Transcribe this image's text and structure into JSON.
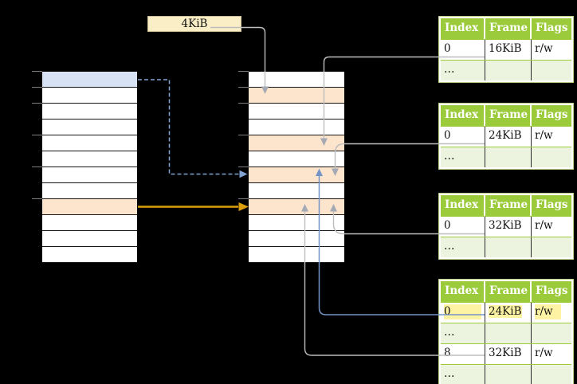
{
  "label_box": {
    "text": "4KiB"
  },
  "memory": {
    "left_column": {
      "name": "left-memory-column",
      "rows": [
        "blue",
        "white",
        "white",
        "white",
        "white",
        "white",
        "white",
        "white",
        "peach",
        "white",
        "white",
        "white"
      ],
      "tick_offsets": [
        0,
        20,
        40,
        80,
        120,
        160
      ]
    },
    "middle_column": {
      "name": "middle-memory-column",
      "rows": [
        "white",
        "peach",
        "white",
        "white",
        "peach",
        "white",
        "peach",
        "white",
        "peach",
        "white",
        "white",
        "white"
      ],
      "tick_offsets": [
        0,
        20,
        40,
        80,
        120,
        160
      ]
    }
  },
  "page_tables": [
    {
      "name": "page-table-1",
      "headers": [
        "Index",
        "Frame",
        "Flags"
      ],
      "rows": [
        {
          "cells": [
            "0",
            "16KiB",
            "r/w"
          ],
          "variant": "normal"
        },
        {
          "cells": [
            "…",
            "",
            ""
          ],
          "variant": "dots"
        }
      ]
    },
    {
      "name": "page-table-2",
      "headers": [
        "Index",
        "Frame",
        "Flags"
      ],
      "rows": [
        {
          "cells": [
            "0",
            "24KiB",
            "r/w"
          ],
          "variant": "normal"
        },
        {
          "cells": [
            "…",
            "",
            ""
          ],
          "variant": "dots"
        }
      ]
    },
    {
      "name": "page-table-3",
      "headers": [
        "Index",
        "Frame",
        "Flags"
      ],
      "rows": [
        {
          "cells": [
            "0",
            "32KiB",
            "r/w"
          ],
          "variant": "normal"
        },
        {
          "cells": [
            "…",
            "",
            ""
          ],
          "variant": "dots"
        }
      ]
    },
    {
      "name": "page-table-4",
      "headers": [
        "Index",
        "Frame",
        "Flags"
      ],
      "rows": [
        {
          "cells": [
            "0",
            "24KiB",
            "r/w"
          ],
          "variant": "highlight"
        },
        {
          "cells": [
            "…",
            "",
            ""
          ],
          "variant": "dots"
        },
        {
          "cells": [
            "8",
            "32KiB",
            "r/w"
          ],
          "variant": "normal"
        },
        {
          "cells": [
            "…",
            "",
            ""
          ],
          "variant": "dots"
        }
      ]
    }
  ],
  "colors": {
    "table_header_green": "#9bcb3b",
    "table_row_green": "#ecf3de",
    "table_border_green": "#b7cd85",
    "memory_peach": "#fde5cd",
    "memory_blue": "#d7e3f5",
    "label_cream": "#faeec6",
    "highlight_yellow": "#fdf3a2",
    "arrow_orange": "#dda00d",
    "arrow_blue": "#7493c7",
    "arrow_blue_dash": "#83a3d2",
    "arrow_gray": "#bdbdbd",
    "arrowhead_gray": "#a4a9b4",
    "tick_gray": "#7f7f7f"
  }
}
